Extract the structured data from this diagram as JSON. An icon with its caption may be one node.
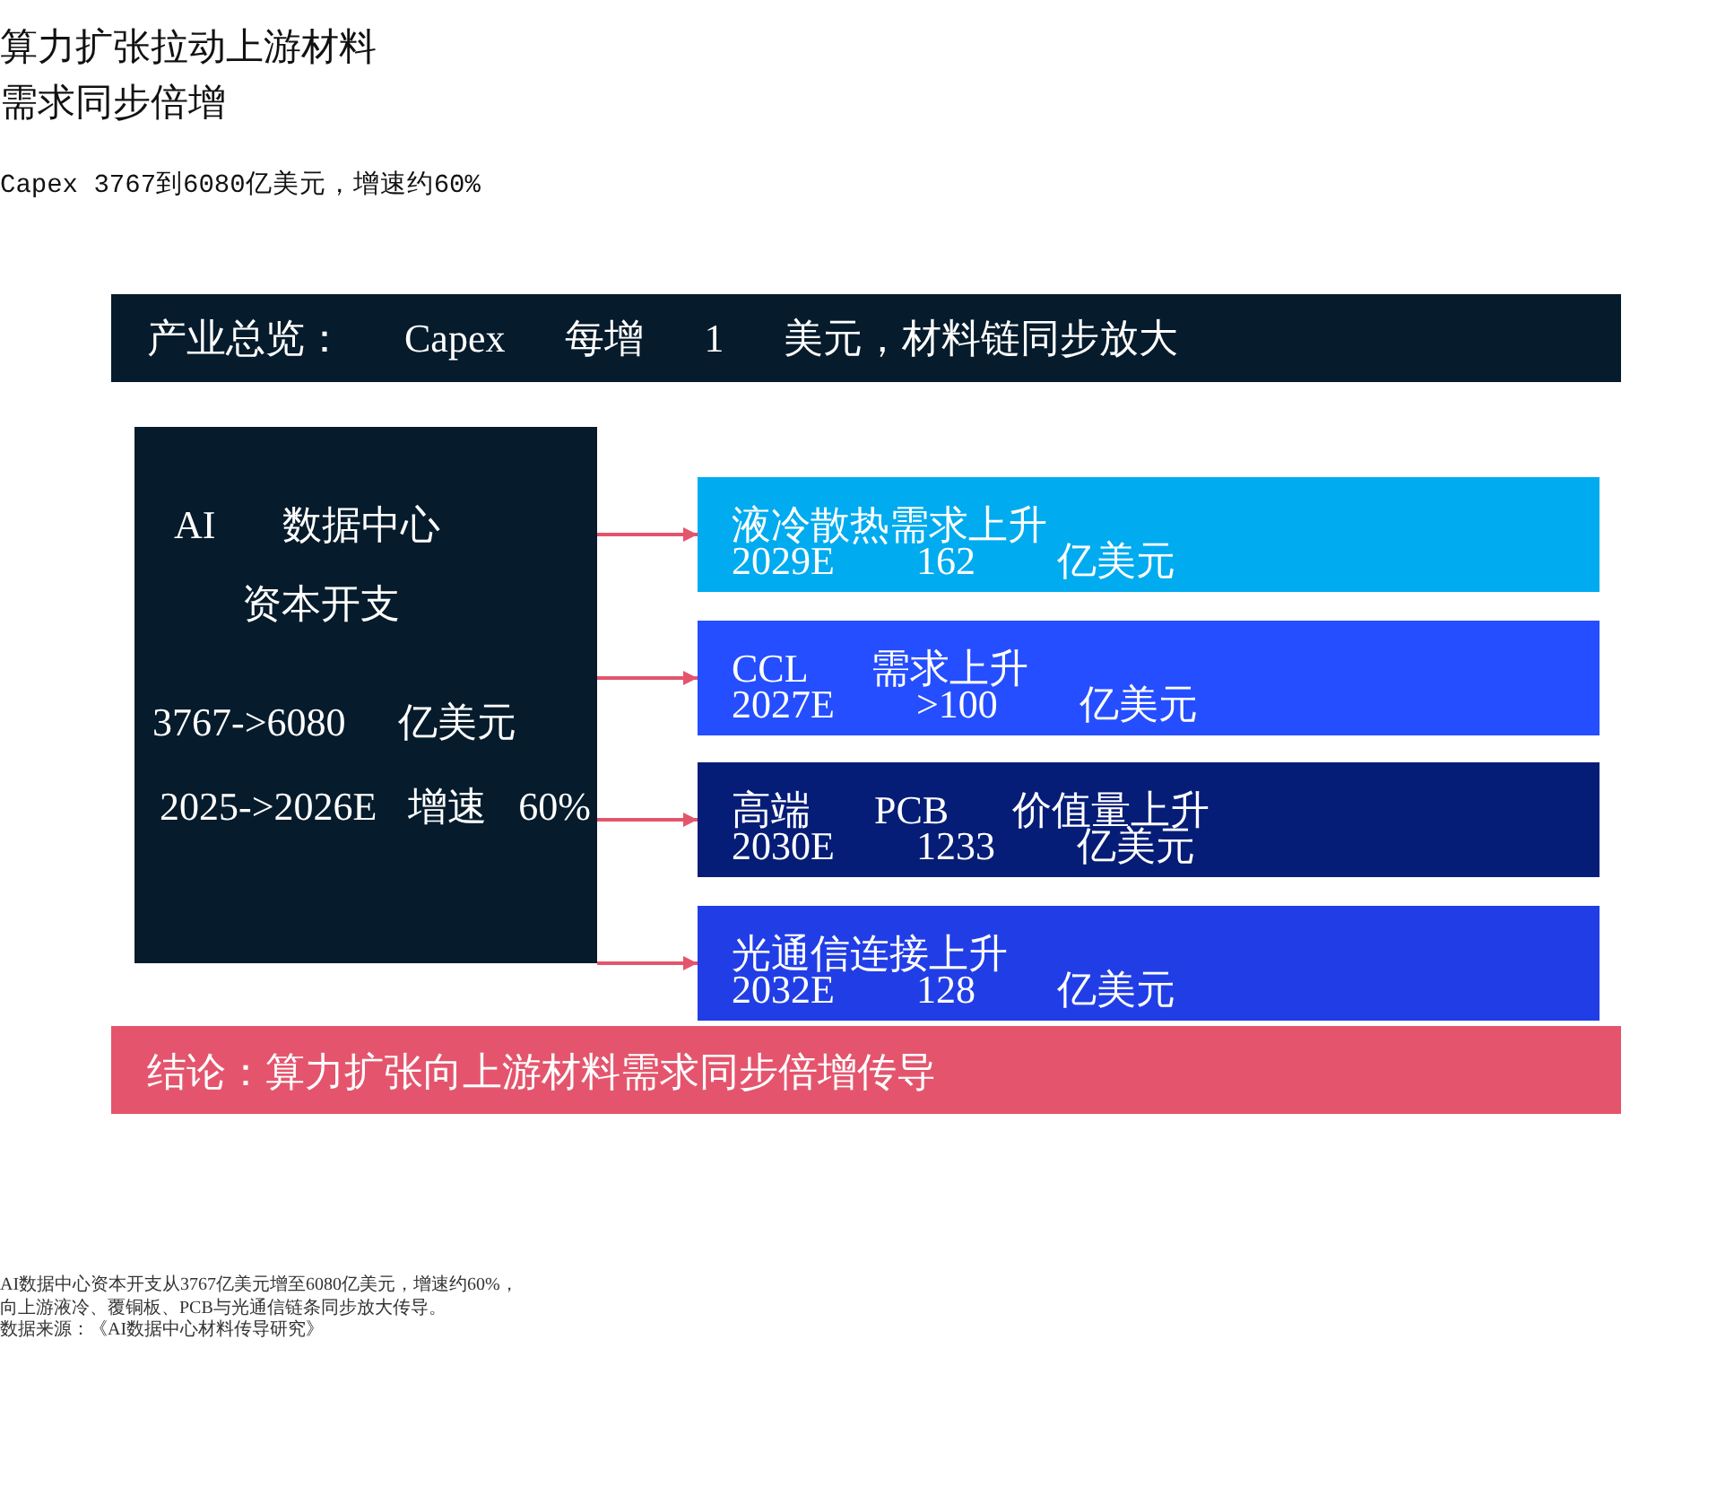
{
  "diagram": {
    "title": "算力扩张拉动上游材料需求同步倍增",
    "caption": "AI数据中心资本开支从3767亿美元增至6080亿美元，增速约60%，向上游液冷、覆铜板、PCB与光通信链条同步放大传导。",
    "nodes": [
      {
        "text": [
          "产业总览： Capex 每增 1 美元，材料链同步放大"
        ]
      },
      {
        "text": [
          "AI 数据中心",
          "资本开支",
          "3767->6080 亿美元",
          "2025->2026E 增速 60%"
        ]
      },
      {
        "text": [
          "液冷散热需求上升",
          "2029E 162 亿美元"
        ]
      },
      {
        "text": [
          "CCL 需求上升",
          "2027E >100 亿美元"
        ]
      },
      {
        "text": [
          "高端 PCB 价值量上升",
          "2030E 1233 亿美元"
        ]
      },
      {
        "text": [
          "光通信连接上升",
          "2032E 128 亿美元"
        ]
      },
      {
        "text": [
          "结论：算力扩张向上游材料需求同步倍增传导"
        ]
      }
    ],
    "edges": [
      {
        "from": 1,
        "to": 2,
        "arrow": "to"
      },
      {
        "from": 1,
        "to": 3,
        "arrow": "to"
      },
      {
        "from": 1,
        "to": 4,
        "arrow": "to"
      },
      {
        "from": 1,
        "to": 5,
        "arrow": "to"
      }
    ],
    "labels": [
      "Capex 3767到6080亿美元，增速约60%",
      "数据来源：《AI数据中心材料传导研究》"
    ]
  }
}
